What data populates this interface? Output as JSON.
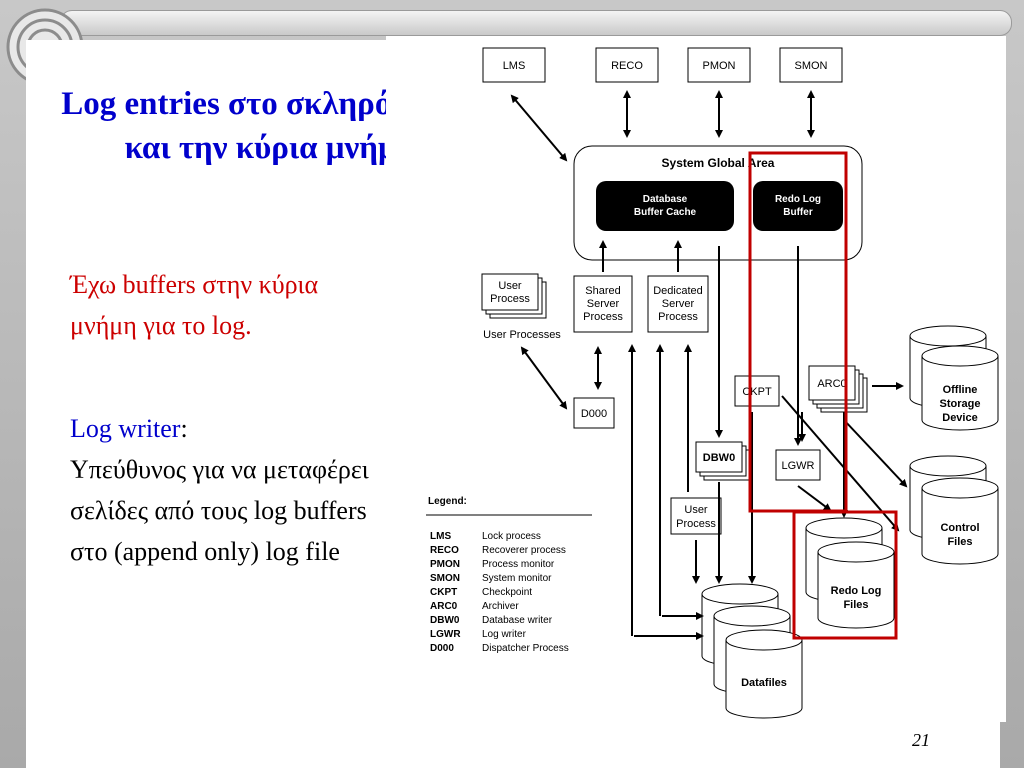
{
  "slide": {
    "title": "Log entries στο σκληρό δίσκο και την κύρια μνήμη",
    "para1": "Έχω buffers στην κύρια μνήμη για το log.",
    "para2_term": "Log writer",
    "para2_colon": ":",
    "para2_body": "Υπεύθυνος για να μεταφέρει σελίδες από τους log buffers στο (append only) log file",
    "page_number": "21"
  },
  "diagram": {
    "top_processes": [
      "LMS",
      "RECO",
      "PMON",
      "SMON"
    ],
    "sga_label": "System Global Area",
    "db_buffer_cache": [
      "Database",
      "Buffer Cache"
    ],
    "redo_log_buffer": [
      "Redo Log",
      "Buffer"
    ],
    "user_process_stack": [
      "User",
      "Process"
    ],
    "user_processes_label": "User Processes",
    "shared_server": [
      "Shared",
      "Server",
      "Process"
    ],
    "dedicated_server": [
      "Dedicated",
      "Server",
      "Process"
    ],
    "d000": "D000",
    "ckpt": "CKPT",
    "arc0": "ARC0",
    "lgwr": "LGWR",
    "dbw0": "DBW0",
    "user_process_lower": [
      "User",
      "Process"
    ],
    "offline_storage": [
      "Offline",
      "Storage",
      "Device"
    ],
    "control_files": [
      "Control",
      "Files"
    ],
    "redo_log_files": [
      "Redo Log",
      "Files"
    ],
    "datafiles": "Datafiles",
    "highlight_color": "#c00000",
    "legend": {
      "title": "Legend:",
      "entries": [
        {
          "abbr": "LMS",
          "desc": "Lock process"
        },
        {
          "abbr": "RECO",
          "desc": "Recoverer process"
        },
        {
          "abbr": "PMON",
          "desc": "Process monitor"
        },
        {
          "abbr": "SMON",
          "desc": "System monitor"
        },
        {
          "abbr": "CKPT",
          "desc": "Checkpoint"
        },
        {
          "abbr": "ARC0",
          "desc": "Archiver"
        },
        {
          "abbr": "DBW0",
          "desc": "Database writer"
        },
        {
          "abbr": "LGWR",
          "desc": "Log writer"
        },
        {
          "abbr": "D000",
          "desc": "Dispatcher Process"
        }
      ]
    }
  }
}
